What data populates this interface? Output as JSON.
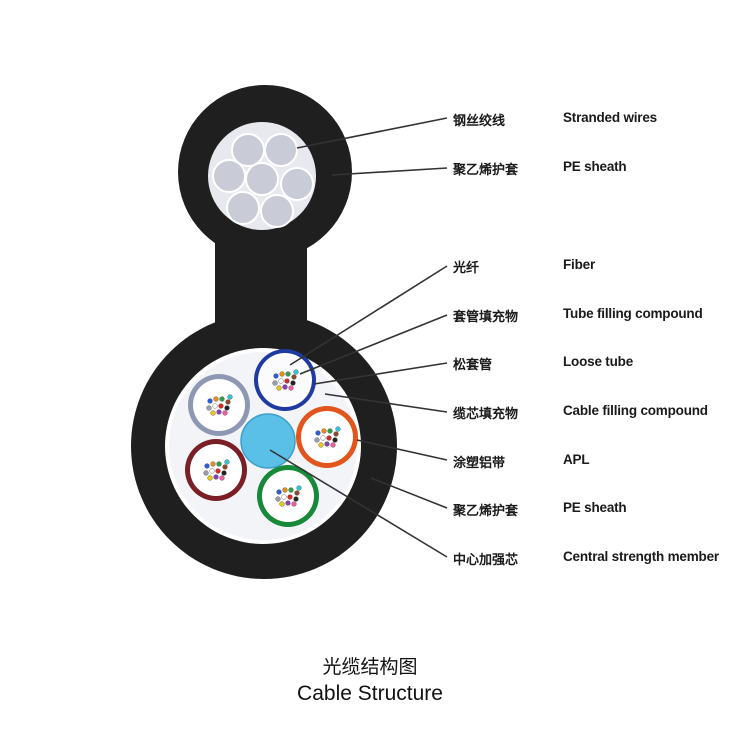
{
  "labels": [
    {
      "cn": "钢丝绞线",
      "en": "Stranded wires"
    },
    {
      "cn": "聚乙烯护套",
      "en": "PE sheath"
    },
    {
      "cn": "光纤",
      "en": "Fiber"
    },
    {
      "cn": "套管填充物",
      "en": "Tube filling compound"
    },
    {
      "cn": "松套管",
      "en": "Loose tube"
    },
    {
      "cn": "缆芯填充物",
      "en": "Cable filling compound"
    },
    {
      "cn": "涂塑铝带",
      "en": "APL"
    },
    {
      "cn": "聚乙烯护套",
      "en": "PE sheath"
    },
    {
      "cn": "中心加强芯",
      "en": "Central strength member"
    }
  ],
  "caption": {
    "cn": "光缆结构图",
    "en": "Cable Structure"
  },
  "colors": {
    "sheath": "#1f1f1f",
    "wire": "#c9cbd6",
    "filler": "#f3f4f8",
    "central_member": "#5bc0e8",
    "tube_blue": "#1f3aa0",
    "tube_orange": "#e2551c",
    "tube_green": "#178a3a",
    "tube_brown": "#7a1f25",
    "tube_gray": "#8e98b3"
  }
}
